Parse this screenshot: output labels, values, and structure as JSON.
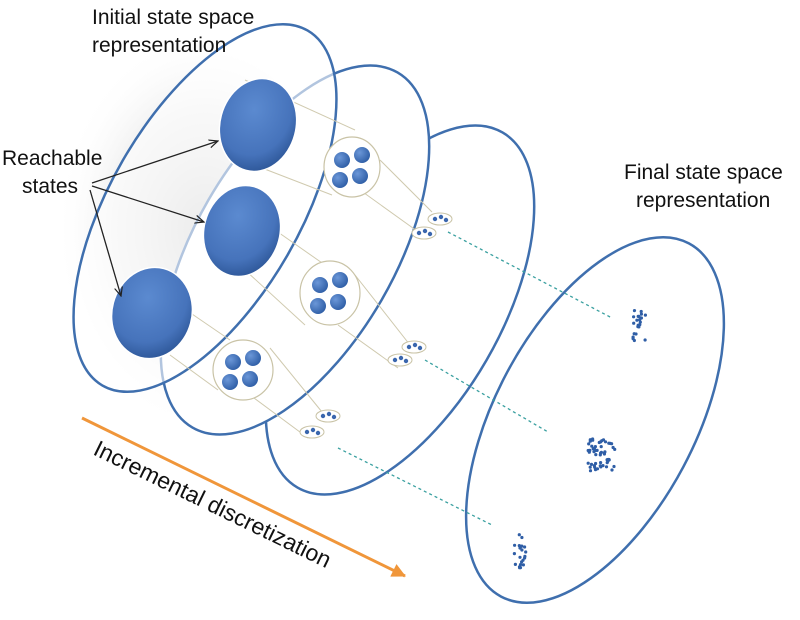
{
  "labels": {
    "initial_line1": "Initial state space",
    "initial_line2": "representation",
    "final_line1": "Final state space",
    "final_line2": "representation",
    "reachable_line1": "Reachable",
    "reachable_line2": "states",
    "incremental": "Incremental discretization"
  },
  "colors": {
    "plane_stroke": "#3f6fae",
    "state_fill": "#4a78c0",
    "state_dark": "#2e5aa0",
    "capsule_stroke": "#c9c3a6",
    "connector": "#d8d2b8",
    "dotted_line": "#3aa0a0",
    "arrow": "#f0963a",
    "text": "#111111"
  }
}
